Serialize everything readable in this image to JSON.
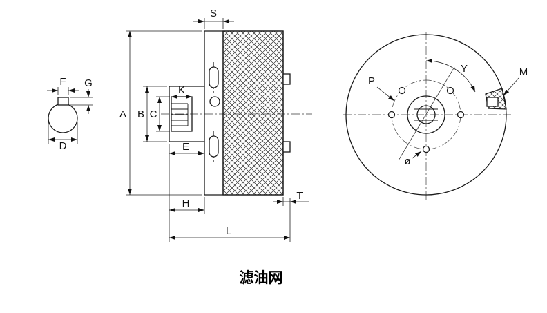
{
  "title": "滤油网",
  "colors": {
    "line": "#1a1a1a",
    "background": "#ffffff"
  },
  "detail_view": {
    "labels": {
      "F": "F",
      "G": "G",
      "D": "D"
    }
  },
  "side_view": {
    "labels": {
      "S": "S",
      "A": "A",
      "B": "B",
      "C": "C",
      "K": "K",
      "E": "E",
      "H": "H",
      "L": "L",
      "T": "T"
    }
  },
  "front_view": {
    "labels": {
      "P": "P",
      "Y": "Y",
      "M": "M",
      "diameter": "ø"
    }
  }
}
